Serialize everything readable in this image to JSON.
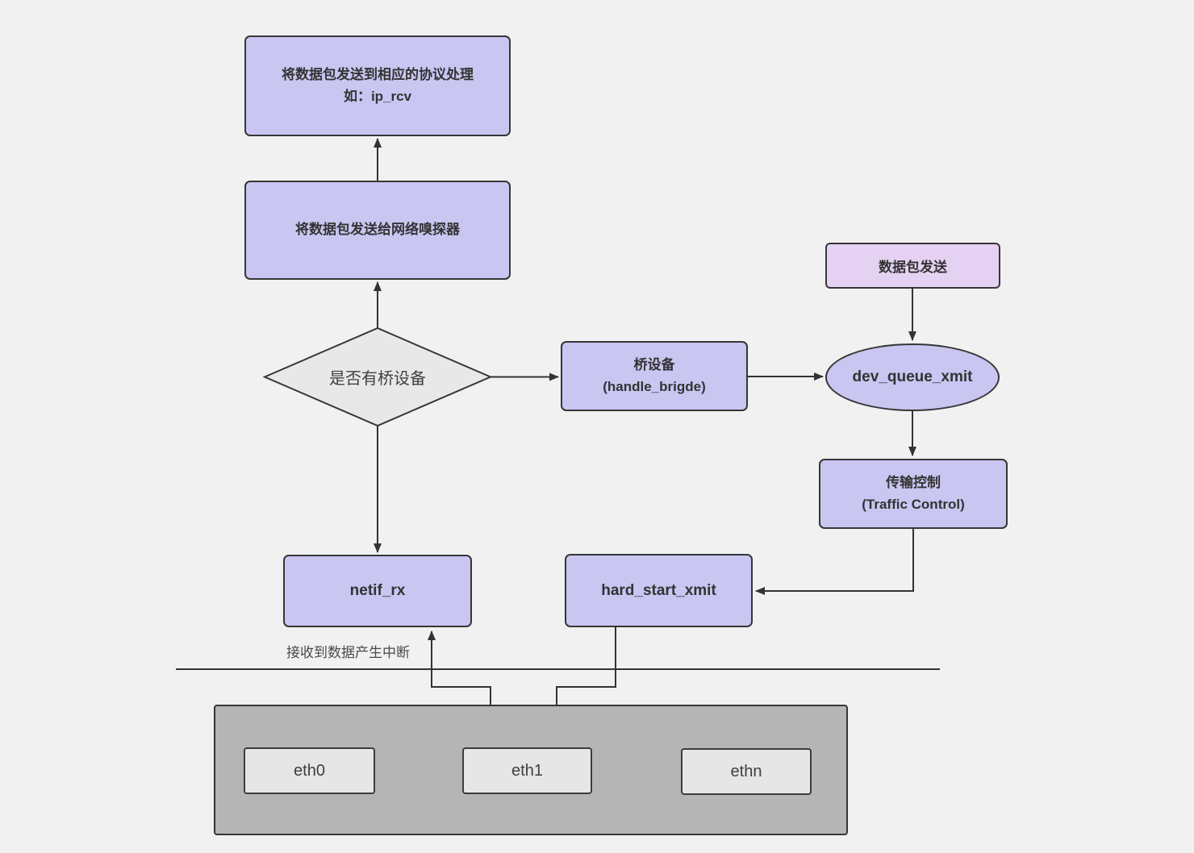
{
  "diagram": {
    "nodes": {
      "protocol_handler": {
        "line1": "将数据包发送到相应的协议处理",
        "line2": "如：ip_rcv"
      },
      "sniffer": {
        "label": "将数据包发送给网络嗅探器"
      },
      "bridge_decision": {
        "label": "是否有桥设备"
      },
      "bridge_device": {
        "line1": "桥设备",
        "line2": "(handle_brigde)"
      },
      "packet_send": {
        "label": "数据包发送"
      },
      "dev_queue_xmit": {
        "label": "dev_queue_xmit"
      },
      "traffic_control": {
        "line1": "传输控制",
        "line2": "(Traffic Control)"
      },
      "netif_rx": {
        "label": "netif_rx"
      },
      "hard_start_xmit": {
        "label": "hard_start_xmit"
      },
      "eth0": {
        "label": "eth0"
      },
      "eth1": {
        "label": "eth1"
      },
      "ethn": {
        "label": "ethn"
      }
    },
    "annotations": {
      "interrupt_label": "接收到数据产生中断"
    },
    "colors": {
      "background": "#f1f1f1",
      "node_fill": "#c9c6f2",
      "accent_fill": "#e5d2f2",
      "decision_fill": "#e8e8e8",
      "container_fill": "#b5b5b5",
      "device_fill": "#e6e6e6",
      "stroke": "#333333"
    }
  }
}
